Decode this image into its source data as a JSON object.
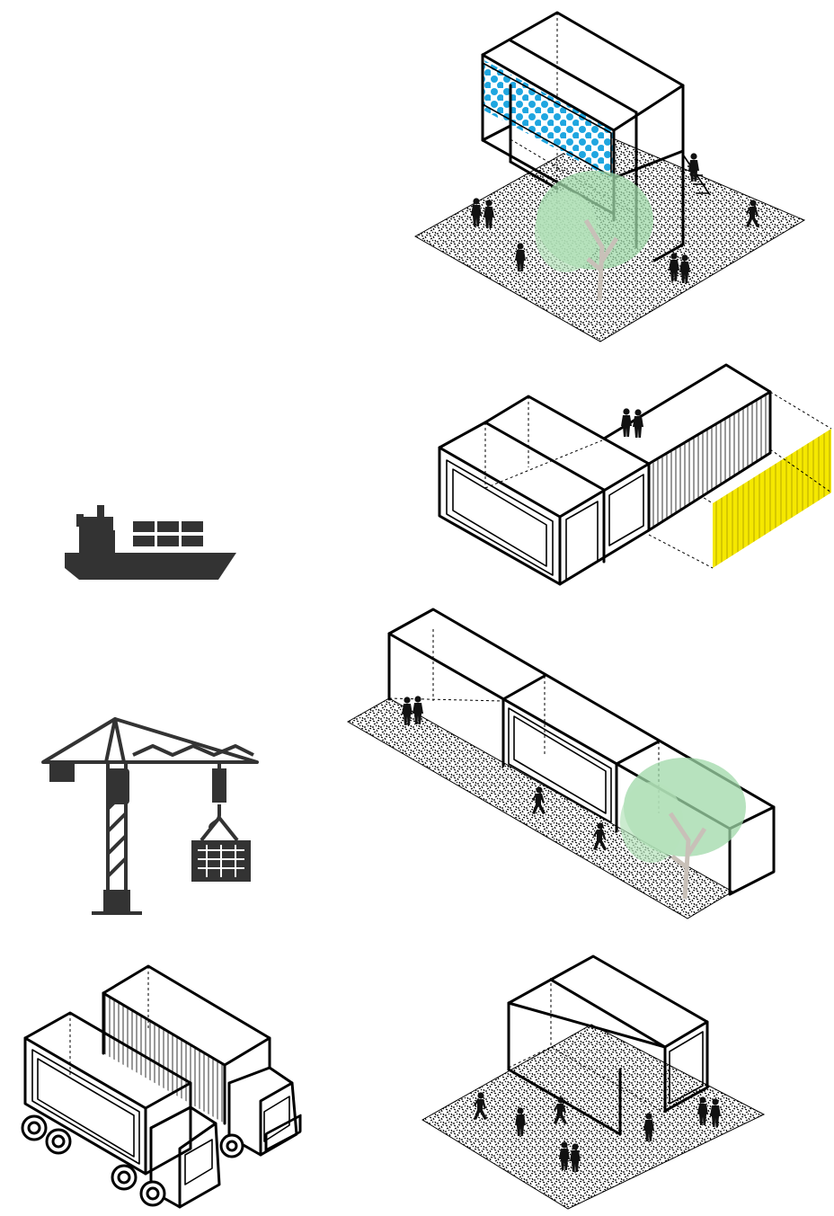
{
  "diagram": {
    "colors": {
      "outline": "#000000",
      "icon": "#333333",
      "panel_blue": "#1fa6e0",
      "panel_yellow": "#f5e800",
      "tree_green": "#9fd8a8",
      "tree_trunk": "#c8c0b8"
    },
    "icons": [
      "container-ship-icon",
      "tower-crane-icon",
      "container-trucks-icon"
    ],
    "modules": [
      "stacked-container-pavilion",
      "l-shaped-container-kiosk",
      "linear-container-walkway",
      "double-container-pavilion"
    ]
  }
}
